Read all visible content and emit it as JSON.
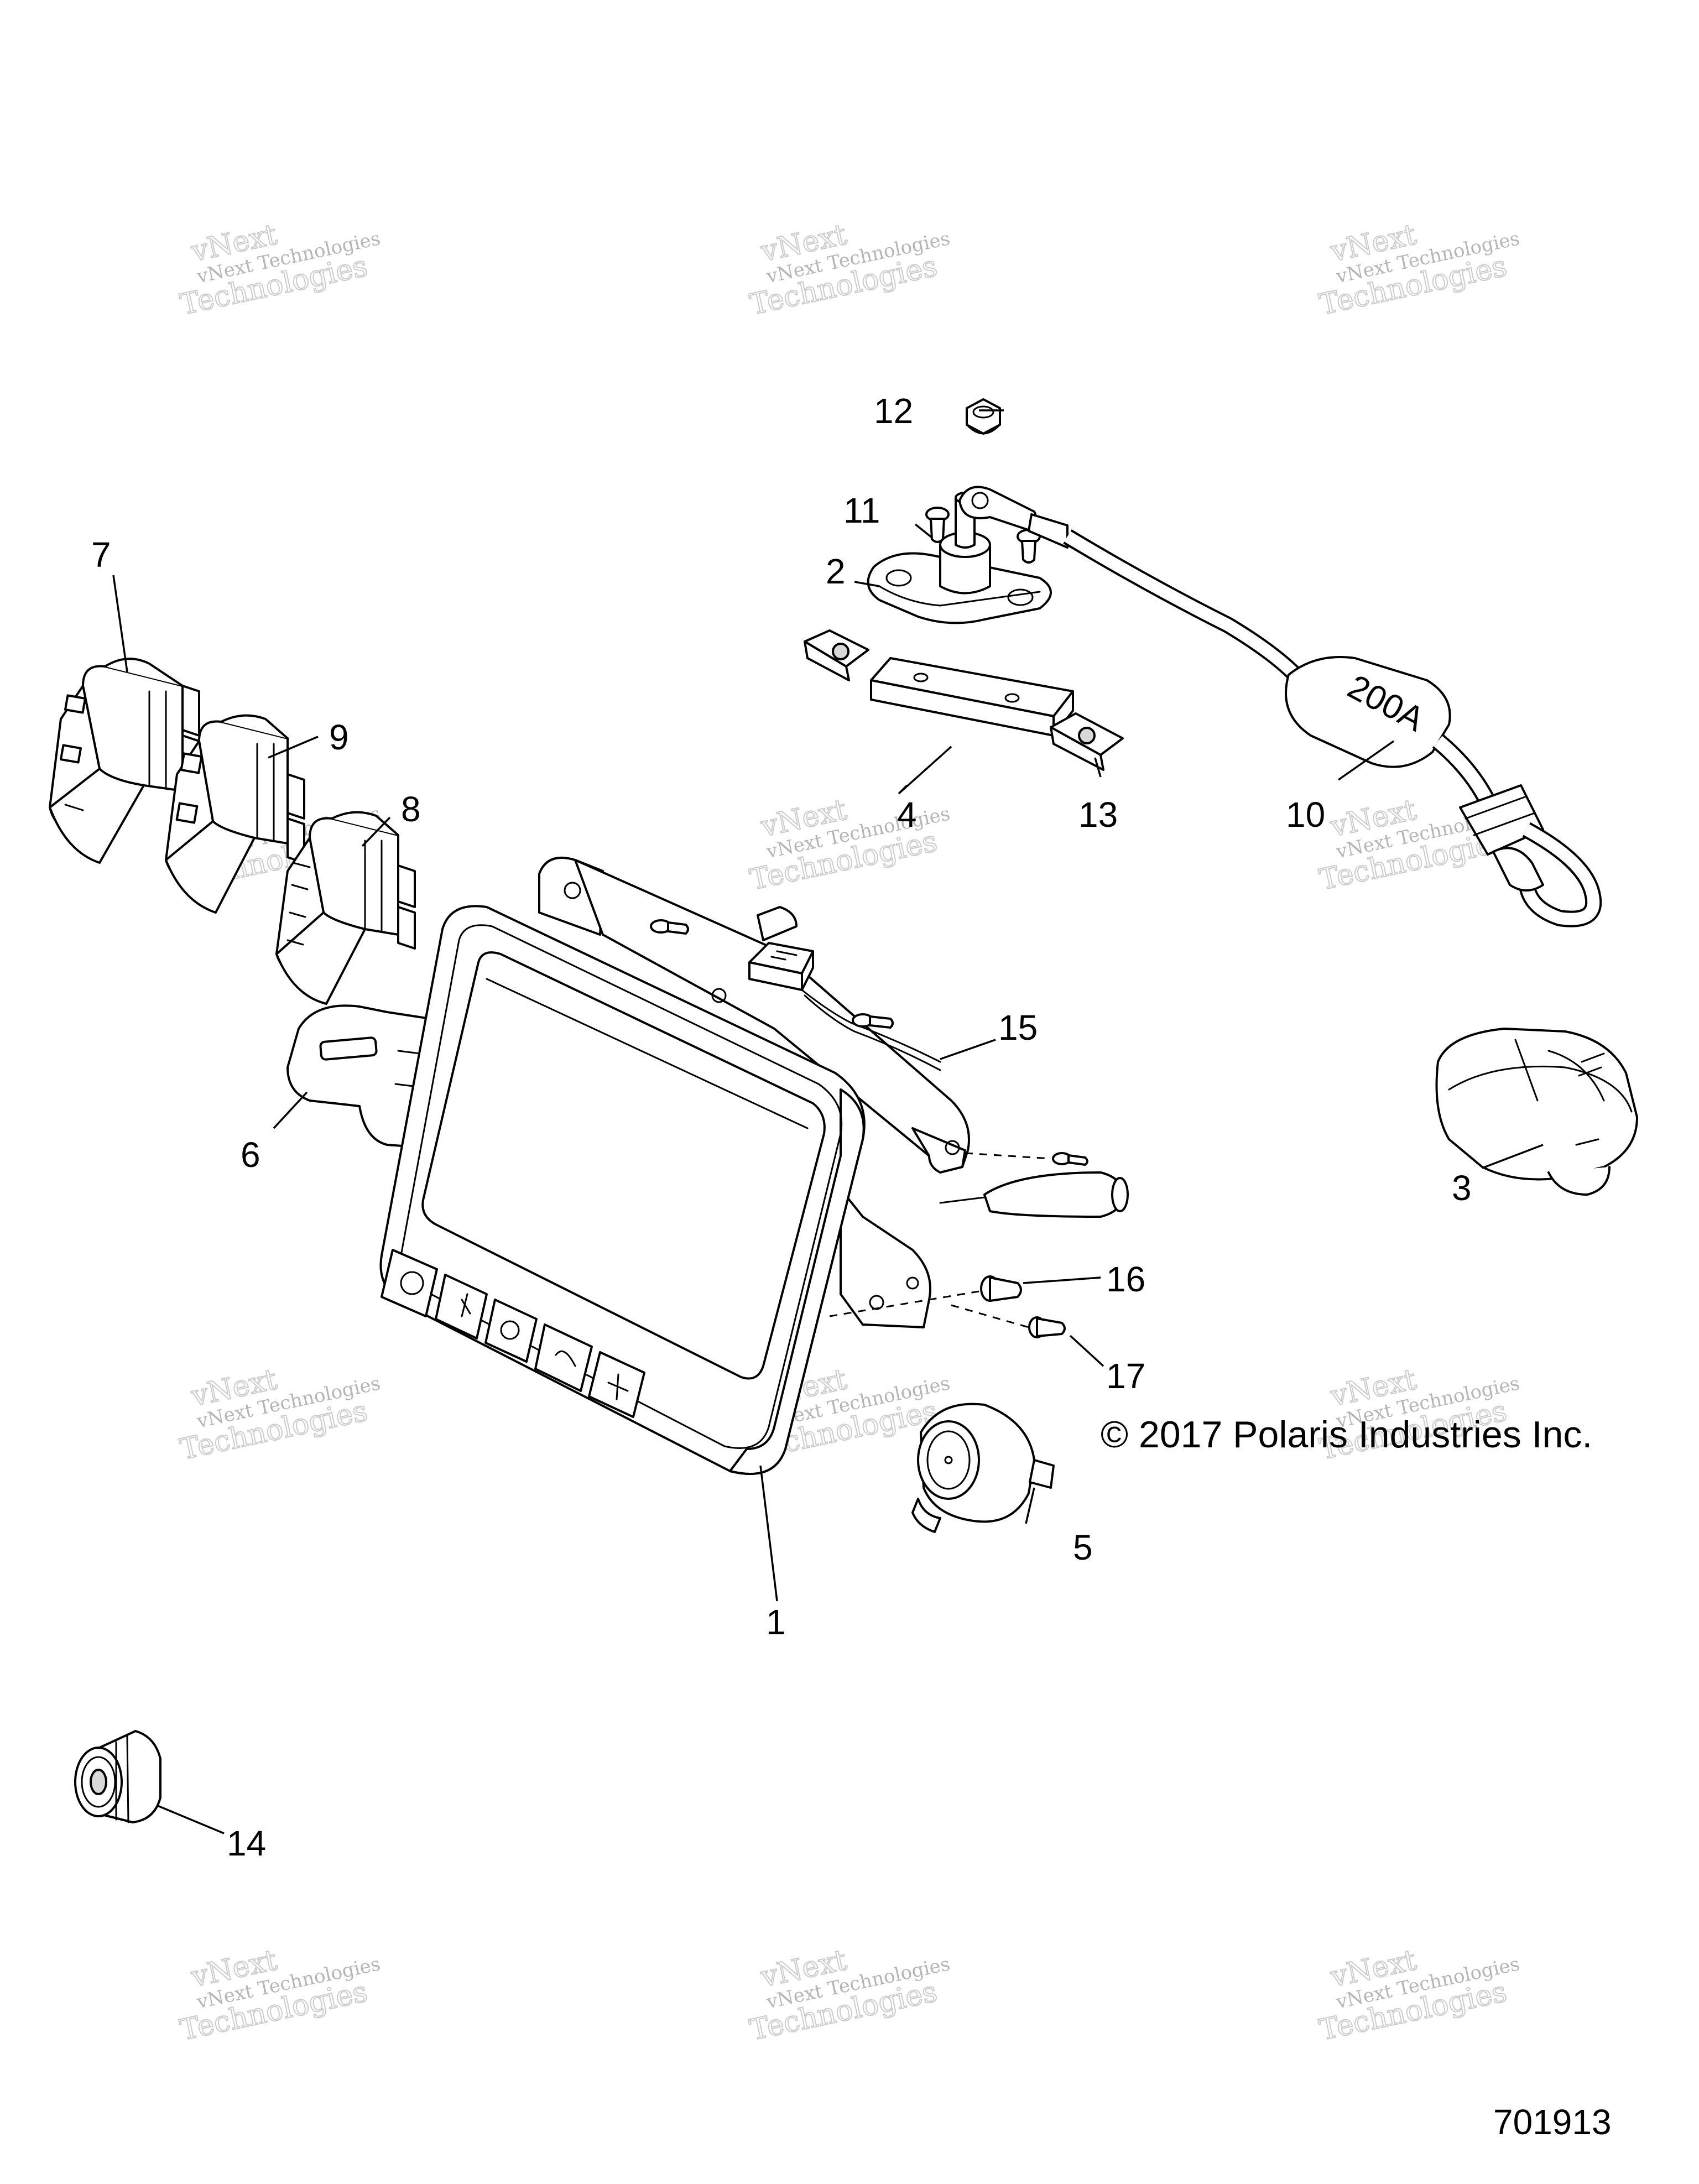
{
  "watermark": {
    "line1": "vNext Technologies",
    "line2": "vNext",
    "line3": "Technologies"
  },
  "callouts": [
    "1",
    "2",
    "3",
    "4",
    "5",
    "6",
    "7",
    "8",
    "9",
    "10",
    "11",
    "12",
    "13",
    "14",
    "15",
    "16",
    "17"
  ],
  "fuse_label": "200A",
  "copyright": "© 2017 Polaris Industries Inc.",
  "document_number": "701913",
  "colors": {
    "line": "#000000",
    "fill": "#ffffff",
    "watermark": "#8a8a8a"
  },
  "icons": [
    "rocker-switch-icon",
    "key-switch-icon",
    "display-icon",
    "fuse-cable-icon",
    "power-outlet-icon",
    "plug-icon",
    "bolt-icon",
    "nut-icon",
    "clip-icon",
    "bracket-icon"
  ]
}
